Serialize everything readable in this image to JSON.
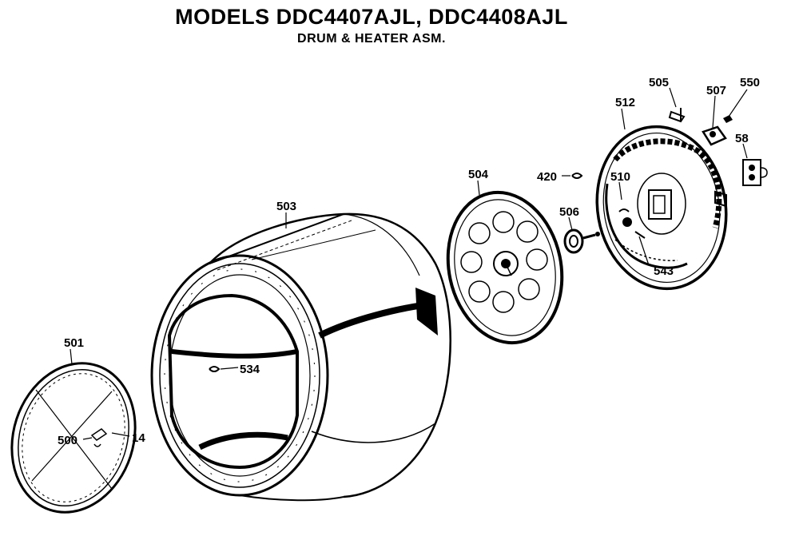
{
  "header": {
    "title": "MODELS DDC4407AJL, DDC4408AJL",
    "subtitle": "DRUM & HEATER ASM."
  },
  "labels": {
    "p501": "501",
    "p500": "500",
    "p14": "14",
    "p503": "503",
    "p534": "534",
    "p504": "504",
    "p420": "420",
    "p506": "506",
    "p512": "512",
    "p505": "505",
    "p507": "507",
    "p550": "550",
    "p58": "58",
    "p510": "510",
    "p543": "543"
  }
}
